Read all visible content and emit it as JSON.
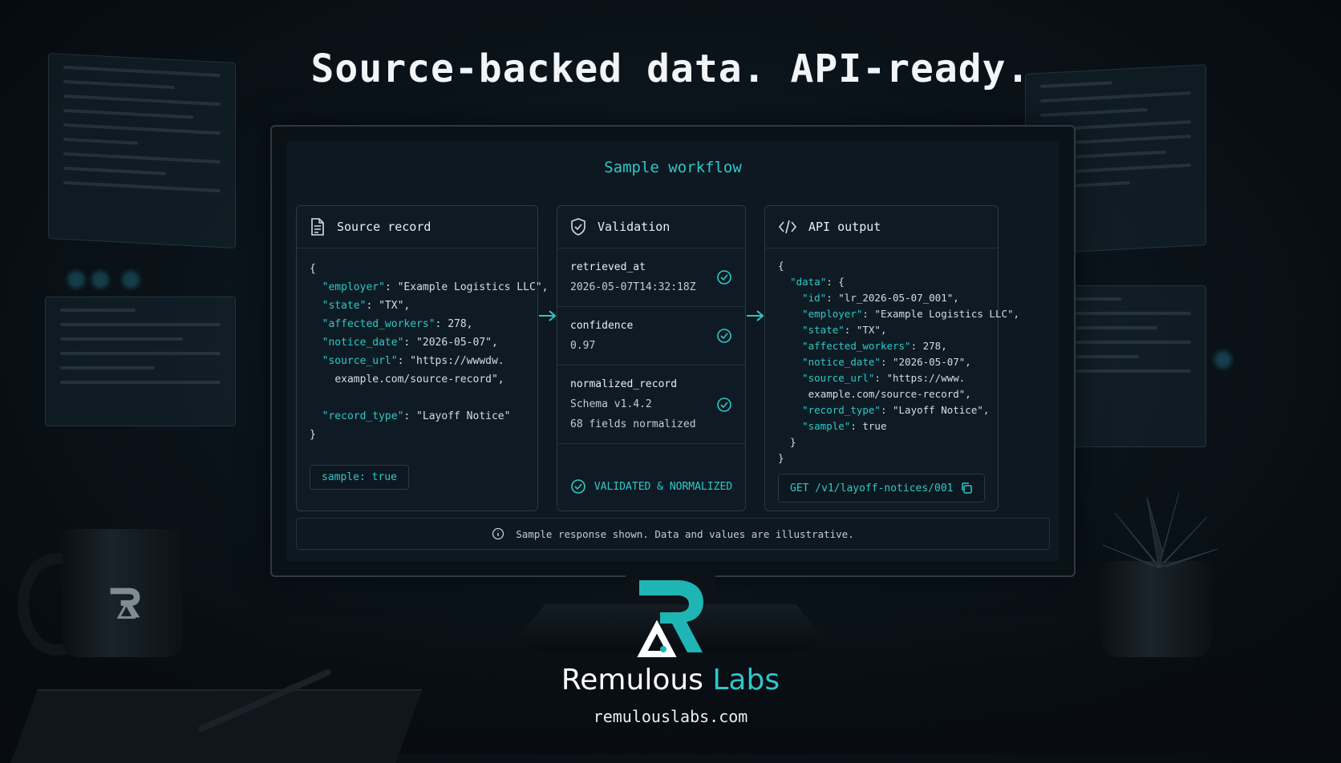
{
  "headline": "Source-backed data. API-ready.",
  "workflow_title": "Sample workflow",
  "source_card": {
    "title": "Source record",
    "tag": "sample: true",
    "fields": {
      "employer_key": "\"employer\"",
      "employer_val": ": \"Example Logistics LLC\",",
      "state_key": "\"state\"",
      "state_val": ": \"TX\",",
      "workers_key": "\"affected_workers\"",
      "workers_val": ": 278,",
      "date_key": "\"notice_date\"",
      "date_val": ": \"2026-05-07\",",
      "url_key": "\"source_url\"",
      "url_val": ": \"https://wwwdw.",
      "url_cont": "example.com/source-record\",",
      "type_key": "\"record_type\"",
      "type_val": ": \"Layoff Notice\""
    }
  },
  "validation_card": {
    "title": "Validation",
    "rows": [
      {
        "label": "retrieved_at",
        "value": "2026-05-07T14:32:18Z"
      },
      {
        "label": "confidence",
        "value": "0.97"
      },
      {
        "label": "normalized_record",
        "value": "Schema v1.4.2",
        "value2": "68 fields normalized"
      }
    ],
    "status": "VALIDATED & NORMALIZED"
  },
  "api_card": {
    "title": "API output",
    "fields": {
      "data_key": "\"data\"",
      "id_key": "\"id\"",
      "id_val": ": \"lr_2026-05-07_001\",",
      "employer_key": "\"employer\"",
      "employer_val": ": \"Example Logistics LLC\",",
      "state_key": "\"state\"",
      "state_val": ": \"TX\",",
      "workers_key": "\"affected_workers\"",
      "workers_val": ": 278,",
      "date_key": "\"notice_date\"",
      "date_val": ": \"2026-05-07\",",
      "url_key": "\"source_url\"",
      "url_val": ": \"https://www.",
      "url_cont": "example.com/source-record\",",
      "type_key": "\"record_type\"",
      "type_val": ": \"Layoff Notice\",",
      "sample_key": "\"sample\"",
      "sample_val": ": true"
    },
    "endpoint": "GET /v1/layoff-notices/001"
  },
  "note": "Sample response shown. Data and values are illustrative.",
  "brand": {
    "name_main": "Remulous",
    "name_accent": "Labs",
    "site": "remulouslabs.com"
  },
  "colors": {
    "accent": "#2ec8c8",
    "background": "#0b141b"
  }
}
